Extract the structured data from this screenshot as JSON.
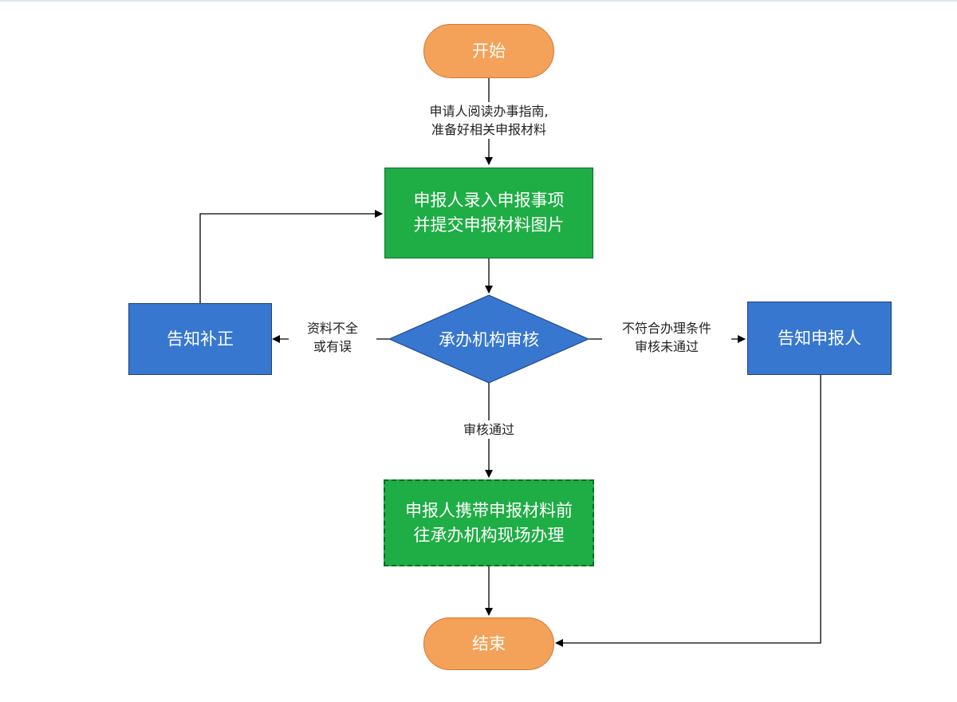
{
  "nodes": {
    "start": "开始",
    "submit": [
      "申报人录入申报事项",
      "并提交申报材料图片"
    ],
    "review": "承办机构审核",
    "supplement": "告知补正",
    "notify": "告知申报人",
    "onsite": [
      "申报人携带申报材料前",
      "往承办机构现场办理"
    ],
    "end": "结束"
  },
  "edges": {
    "prepare": [
      "申请人阅读办事指南,",
      "准备好相关申报材料"
    ],
    "incomplete": [
      "资料不全",
      "或有误"
    ],
    "not_eligible": [
      "不符合办理条件",
      "审核未通过"
    ],
    "approved": "审核通过"
  },
  "colors": {
    "terminal": "#f4a259",
    "process_green": "#1fad45",
    "process_blue": "#3777cf",
    "decision": "#3777cf"
  }
}
